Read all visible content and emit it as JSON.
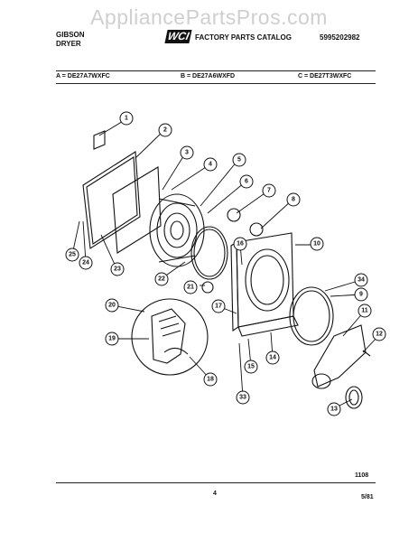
{
  "watermark": "AppliancePartsPros.com",
  "header": {
    "brand_line1": "GIBSON",
    "brand_line2": "DRYER",
    "logo_text": "WCI",
    "catalog_title": "FACTORY PARTS CATALOG",
    "catalog_number": "5995202982"
  },
  "models": {
    "a": "A = DE27A7WXFC",
    "b": "B = DE27A6WXFD",
    "c": "C = DE27T3WXFC"
  },
  "footer": {
    "drawing_code": "1108",
    "page_number": "4",
    "date": "5/81"
  },
  "callouts": [
    "1",
    "2",
    "3",
    "4",
    "5",
    "6",
    "7",
    "8",
    "9",
    "10",
    "11",
    "12",
    "13",
    "14",
    "15",
    "16",
    "17",
    "18",
    "19",
    "20",
    "21",
    "22",
    "23",
    "24",
    "25",
    "33",
    "34"
  ]
}
